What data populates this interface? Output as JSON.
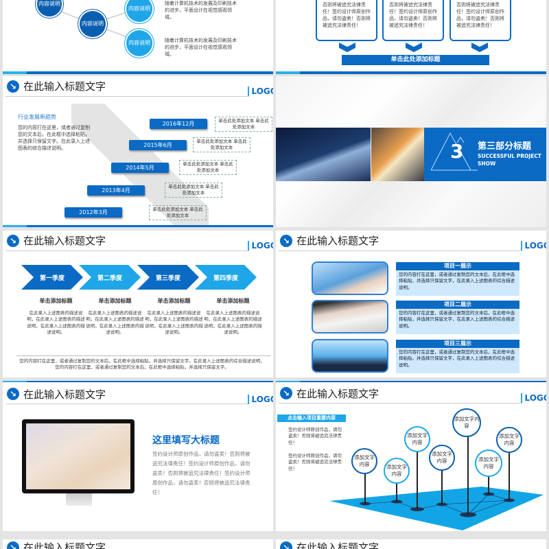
{
  "common": {
    "slide_title": "在此输入标题文字",
    "logo": "LOGO"
  },
  "slide1": {
    "circle_label": "内容说明",
    "desc": [
      "随着计算机技术的发展及印刷技术的进步，平面设计在视觉感观领域。",
      "随着计算机技术的发展及印刷技术的进步，平面设计在视觉感观领域。"
    ]
  },
  "slide2": {
    "box_text": "否则将被追究法律责任！签约设计师原创作品，请勿盗卖！否则将被追究法律责任！",
    "button": "单击此处添加标题"
  },
  "slide3": {
    "subtitle": "行业发展新趋势",
    "body": "您的内容打在这里，或者通过复制您的文本后，在此框中选择粘贴，并选择只保留文字。在此录入上述图表的综合描述说明。",
    "dates": [
      "2016年12月",
      "2015年6月",
      "2014年5月",
      "2013年4月",
      "2012年3月"
    ],
    "box_text": "单击此处添加文本 单击此处添加文本"
  },
  "slide4": {
    "number": "3",
    "title": "第三部分标题",
    "subtitle": "SUCCESSFUL PROJECT SHOW"
  },
  "slide5": {
    "quarters": [
      "第一季度",
      "第二季度",
      "第三季度",
      "第四季度"
    ],
    "quarter_colors": [
      "#0a6ac4",
      "#1ea6e8",
      "#0a6ac4",
      "#1ea6e8"
    ],
    "item_title": "单击添加标题",
    "item_text": "在此录入上述图表的描述说明，在此录入上述图表的描述说明，在此录入上述图表的描述说明。",
    "footer": "您的内容打在这里，或者通过复制您的文本后，在此框中选择粘贴，并选择只保留文字。在此录入上述图表的综合描述说明，您的内容打在这里，或者通过复制您的文本后，在此框中选择粘贴，并选择只保留文字。"
  },
  "slide6": {
    "projects": [
      {
        "title": "项目一展示"
      },
      {
        "title": "项目二展示"
      },
      {
        "title": "项目三展示"
      }
    ],
    "text": "您的内容打在这里，或者通过复制您的文本后，在此框中选择粘贴，并选择只保留文字，在此录入上述图表的综合描述说明。"
  },
  "slide7": {
    "heading": "这里填写大标题",
    "body": "签约设计师原创作品，请勿盗卖！否则将被追究法律责任！签约设计师原创作品，请勿盗卖！否则将被追究法律责任！签约设计师原创作品，请勿盗卖！否则将被追究法律责任！"
  },
  "slide8": {
    "tag": "点击输入项目重要内容",
    "para": "签约设计师原创作品，请勿盗卖！否则将被追究法律责任！",
    "pin_label": "添加文字内容"
  }
}
